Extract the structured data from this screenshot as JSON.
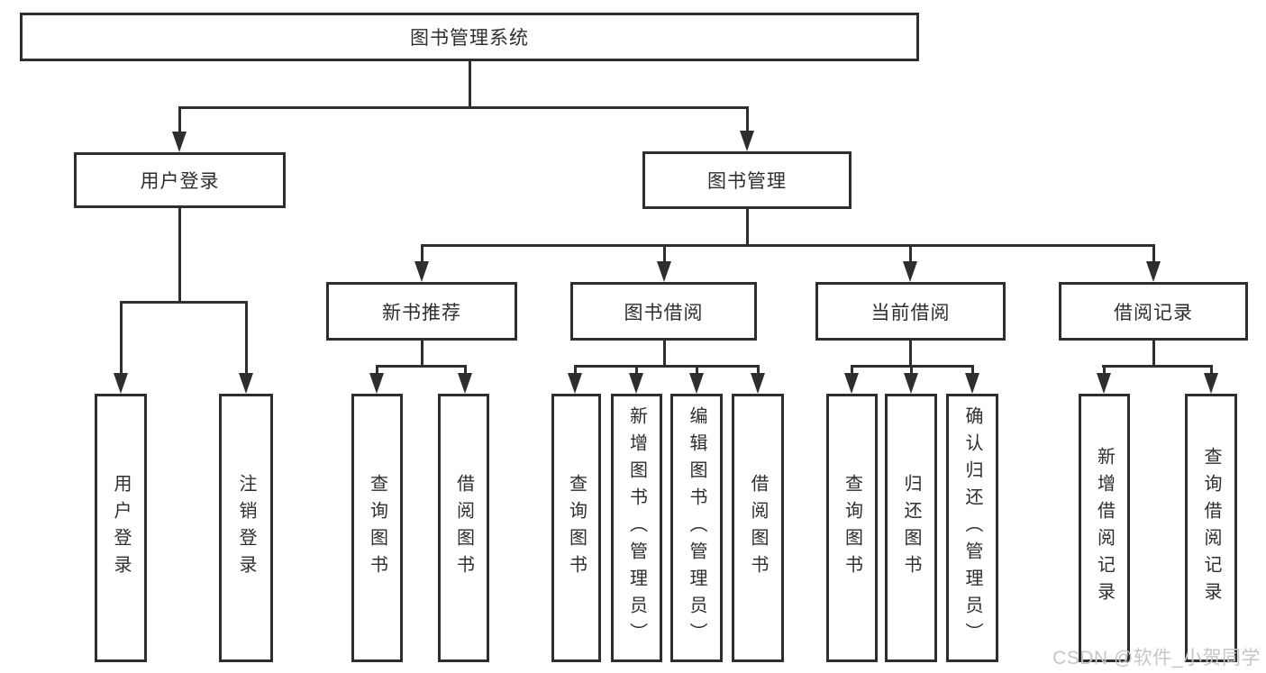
{
  "diagram": {
    "title": "图书管理系统",
    "nodes": [
      {
        "id": "root",
        "label": "图书管理系统"
      },
      {
        "id": "login",
        "label": "用户登录"
      },
      {
        "id": "mgmt",
        "label": "图书管理"
      },
      {
        "id": "newbook",
        "label": "新书推荐"
      },
      {
        "id": "borrow",
        "label": "图书借阅"
      },
      {
        "id": "current",
        "label": "当前借阅"
      },
      {
        "id": "record",
        "label": "借阅记录"
      },
      {
        "id": "leaf-user-login",
        "label": "用户登录"
      },
      {
        "id": "leaf-logout",
        "label": "注销登录"
      },
      {
        "id": "leaf-nb-query",
        "label": "查询图书"
      },
      {
        "id": "leaf-nb-borrow",
        "label": "借阅图书"
      },
      {
        "id": "leaf-bb-query",
        "label": "查询图书"
      },
      {
        "id": "leaf-bb-add",
        "label": "新增图书（管理员）"
      },
      {
        "id": "leaf-bb-edit",
        "label": "编辑图书（管理员）"
      },
      {
        "id": "leaf-bb-borrow",
        "label": "借阅图书"
      },
      {
        "id": "leaf-cb-query",
        "label": "查询图书"
      },
      {
        "id": "leaf-cb-return",
        "label": "归还图书"
      },
      {
        "id": "leaf-cb-confirm",
        "label": "确认归还（管理员）"
      },
      {
        "id": "leaf-rec-add",
        "label": "新增借阅记录"
      },
      {
        "id": "leaf-rec-query",
        "label": "查询借阅记录"
      }
    ],
    "edges": [
      [
        "root",
        "login"
      ],
      [
        "root",
        "mgmt"
      ],
      [
        "login",
        "leaf-user-login"
      ],
      [
        "login",
        "leaf-logout"
      ],
      [
        "mgmt",
        "newbook"
      ],
      [
        "mgmt",
        "borrow"
      ],
      [
        "mgmt",
        "current"
      ],
      [
        "mgmt",
        "record"
      ],
      [
        "newbook",
        "leaf-nb-query"
      ],
      [
        "newbook",
        "leaf-nb-borrow"
      ],
      [
        "borrow",
        "leaf-bb-query"
      ],
      [
        "borrow",
        "leaf-bb-add"
      ],
      [
        "borrow",
        "leaf-bb-edit"
      ],
      [
        "borrow",
        "leaf-bb-borrow"
      ],
      [
        "current",
        "leaf-cb-query"
      ],
      [
        "current",
        "leaf-cb-return"
      ],
      [
        "current",
        "leaf-cb-confirm"
      ],
      [
        "record",
        "leaf-rec-add"
      ],
      [
        "record",
        "leaf-rec-query"
      ]
    ],
    "colors": {
      "line": "#2e2e2e",
      "text": "#2e2e2e",
      "background": "#ffffff",
      "watermark": "#c6c6c6"
    }
  },
  "watermark": {
    "text": "CSDN @软件_小贺同学"
  }
}
